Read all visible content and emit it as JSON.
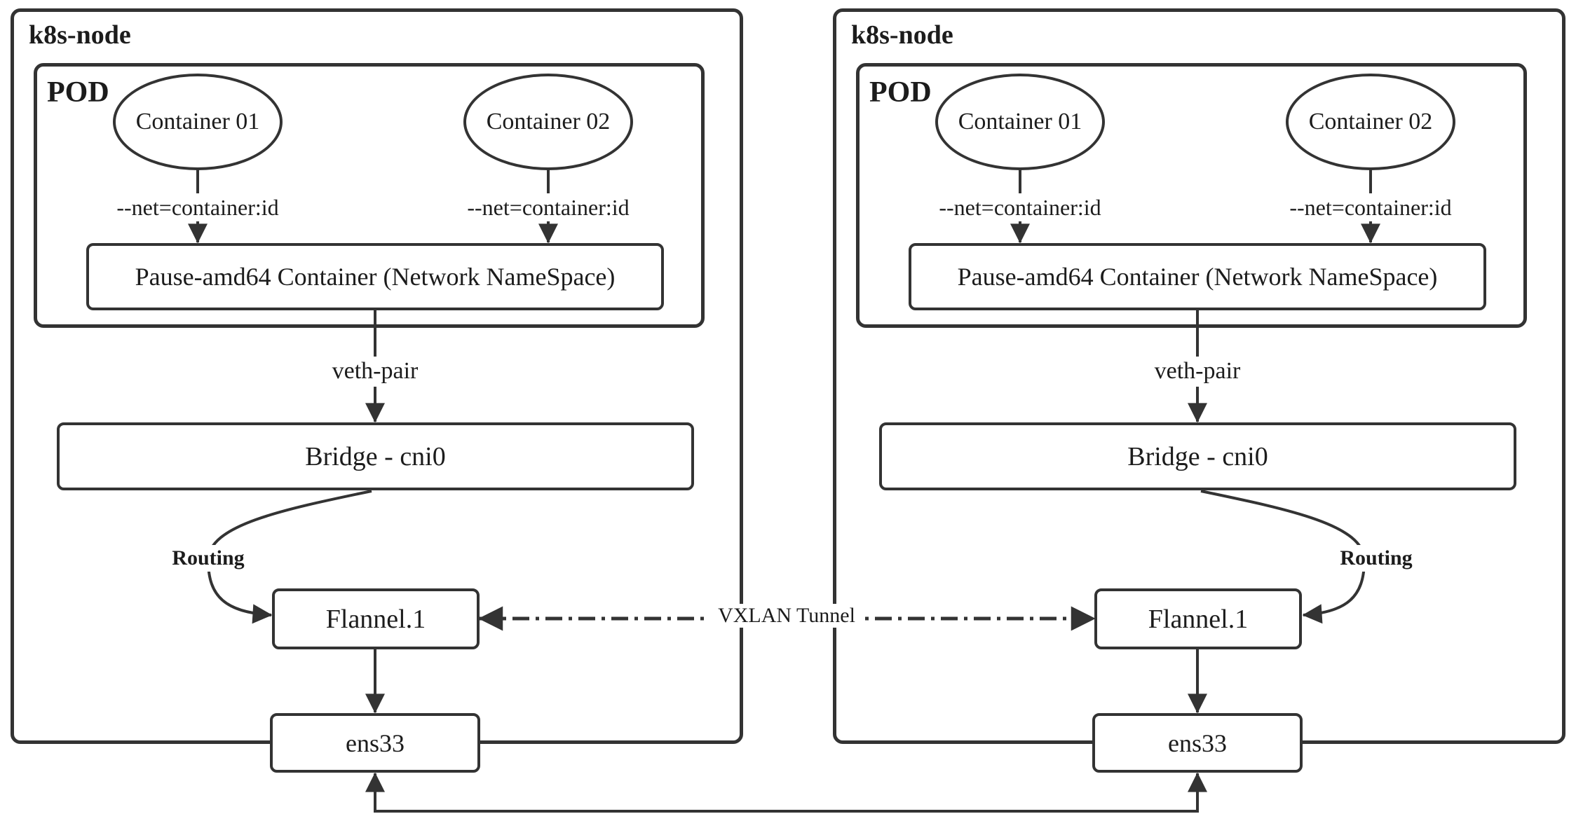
{
  "diagram": {
    "background": "#ffffff",
    "stroke_color": "#333333",
    "text_color": "#1c1c1c",
    "tunnel_label": "VXLAN Tunnel",
    "nodes": [
      {
        "title": "k8s-node",
        "pod": {
          "label": "POD",
          "containers": [
            "Container 01",
            "Container 02"
          ],
          "net_label": "--net=container:id",
          "pause_label": "Pause-amd64 Container (Network NameSpace)"
        },
        "veth_label": "veth-pair",
        "bridge_label": "Bridge - cni0",
        "routing_label": "Routing",
        "flannel_label": "Flannel.1",
        "ens_label": "ens33"
      },
      {
        "title": "k8s-node",
        "pod": {
          "label": "POD",
          "containers": [
            "Container 01",
            "Container 02"
          ],
          "net_label": "--net=container:id",
          "pause_label": "Pause-amd64 Container (Network NameSpace)"
        },
        "veth_label": "veth-pair",
        "bridge_label": "Bridge - cni0",
        "routing_label": "Routing",
        "flannel_label": "Flannel.1",
        "ens_label": "ens33"
      }
    ]
  }
}
